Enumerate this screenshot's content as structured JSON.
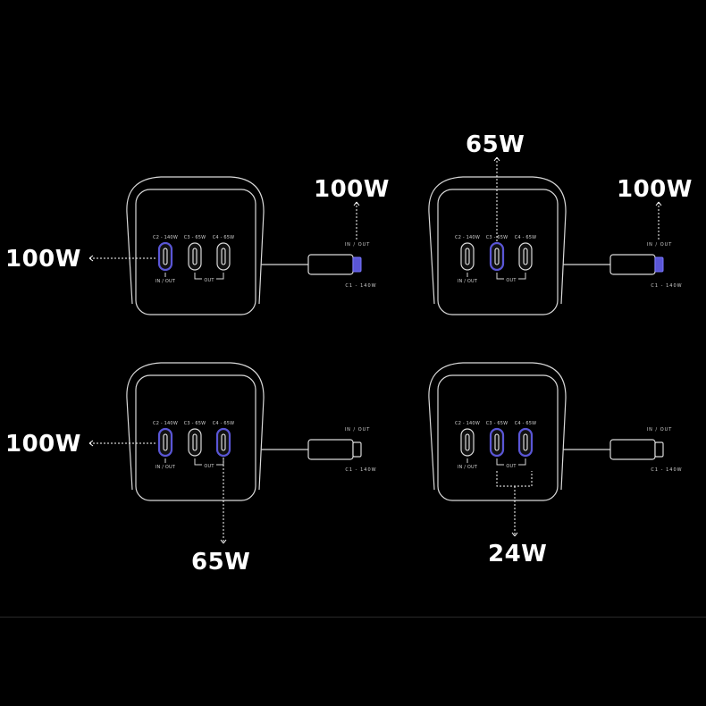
{
  "colors": {
    "background": "#000000",
    "outline": "#d9d9d9",
    "active_port": "#5a56d6",
    "cable_plug_accent": "#5a56d6"
  },
  "port_labels": {
    "c2": "C2 - 140W",
    "c3": "C3 - 65W",
    "c4": "C4 - 65W",
    "c2_mode": "IN / OUT",
    "group_out": "OUT",
    "cable_mode": "IN / OUT",
    "cable_port": "C1 - 140W"
  },
  "panels": [
    {
      "active_ports": [
        "c2"
      ],
      "cable_active": true,
      "labels": {
        "left": "100W",
        "cable": "100W"
      }
    },
    {
      "active_ports": [
        "c3"
      ],
      "cable_active": true,
      "labels": {
        "top": "65W",
        "cable": "100W"
      }
    },
    {
      "active_ports": [
        "c2",
        "c4"
      ],
      "cable_active": false,
      "labels": {
        "left": "100W",
        "bottom": "65W"
      }
    },
    {
      "active_ports": [
        "c3",
        "c4"
      ],
      "cable_active": false,
      "labels": {
        "bottom": "24W"
      }
    }
  ]
}
